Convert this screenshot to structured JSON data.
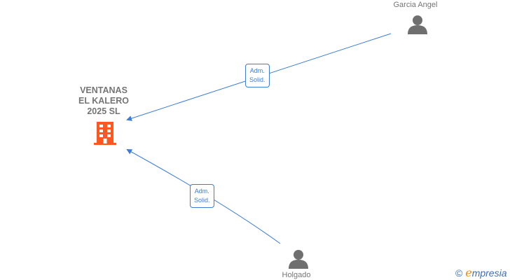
{
  "company": {
    "name_lines": [
      "VENTANAS",
      "EL KALERO",
      "2025  SL"
    ],
    "icon": "building-icon",
    "color": "#ff5722"
  },
  "persons": [
    {
      "name": "Garcia Angel",
      "icon": "person-icon"
    },
    {
      "name": "Holgado",
      "icon": "person-icon"
    }
  ],
  "relations": [
    {
      "label_lines": [
        "Adm.",
        "Solid."
      ]
    },
    {
      "label_lines": [
        "Adm.",
        "Solid."
      ]
    }
  ],
  "watermark": {
    "copyright": "©",
    "brand_initial": "e",
    "brand_rest": "mpresia"
  },
  "colors": {
    "edge": "#3b7dd8",
    "node_text": "#757575",
    "person_icon": "#6f6f6f"
  }
}
